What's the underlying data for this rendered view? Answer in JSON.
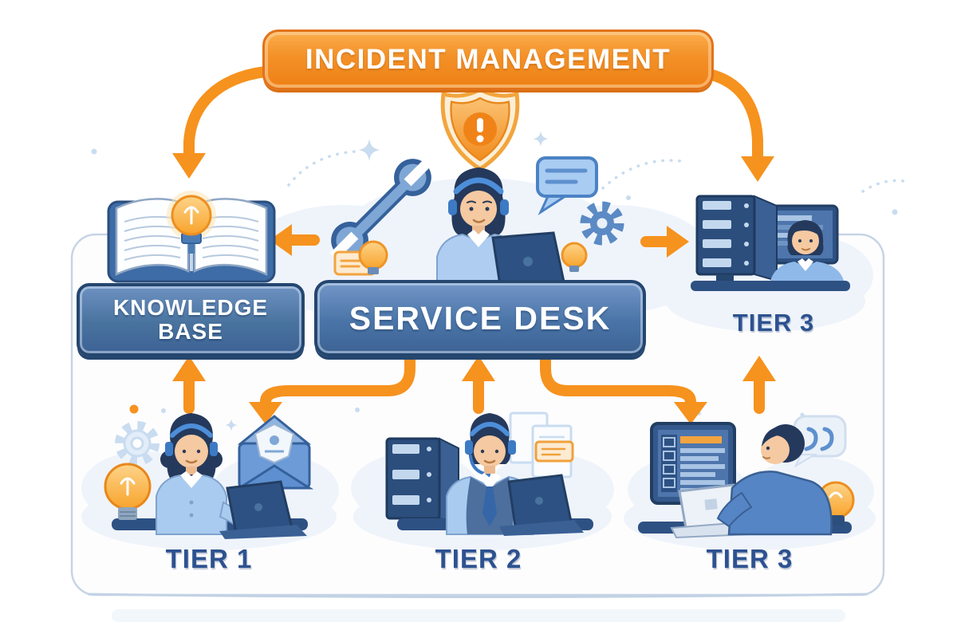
{
  "diagram": {
    "title": "INCIDENT MANAGEMENT",
    "nodes": {
      "incident_management": {
        "label": "INCIDENT MANAGEMENT",
        "color": "#F08418"
      },
      "service_desk": {
        "label": "SERVICE DESK",
        "color": "#4A74A8"
      },
      "knowledge_base": {
        "label_line1": "KNOWLEDGE",
        "label_line2": "BASE",
        "color": "#4A74A8"
      },
      "tier3_escalation": {
        "label": "TIER 3"
      },
      "tier1": {
        "label": "TIER 1"
      },
      "tier2": {
        "label": "TIER 2"
      },
      "tier3": {
        "label": "TIER 3"
      }
    },
    "edges": [
      {
        "from": "incident_management",
        "to": "knowledge_base"
      },
      {
        "from": "incident_management",
        "to": "tier3_escalation"
      },
      {
        "from": "service_desk",
        "to": "knowledge_base"
      },
      {
        "from": "service_desk",
        "to": "tier3_escalation"
      },
      {
        "from": "tier1",
        "to": "knowledge_base"
      },
      {
        "from": "service_desk",
        "to": "tier1"
      },
      {
        "from": "tier2",
        "to": "service_desk"
      },
      {
        "from": "service_desk",
        "to": "tier3"
      },
      {
        "from": "tier3",
        "to": "tier3_escalation"
      }
    ],
    "colors": {
      "arrow": "#F6921E",
      "banner_orange": "#F08418",
      "banner_blue": "#49739F",
      "label_navy": "#2D5290",
      "illustration_blue": "#2C4E7D"
    },
    "icons": [
      "alert-shield-icon",
      "wrench-icon",
      "chat-bubble-icon",
      "gear-icon",
      "lightbulb-icon",
      "open-book-icon",
      "server-rack-icon",
      "envelope-icon",
      "monitor-dashboard-icon",
      "quote-bubble-icon",
      "headset-icon"
    ]
  }
}
